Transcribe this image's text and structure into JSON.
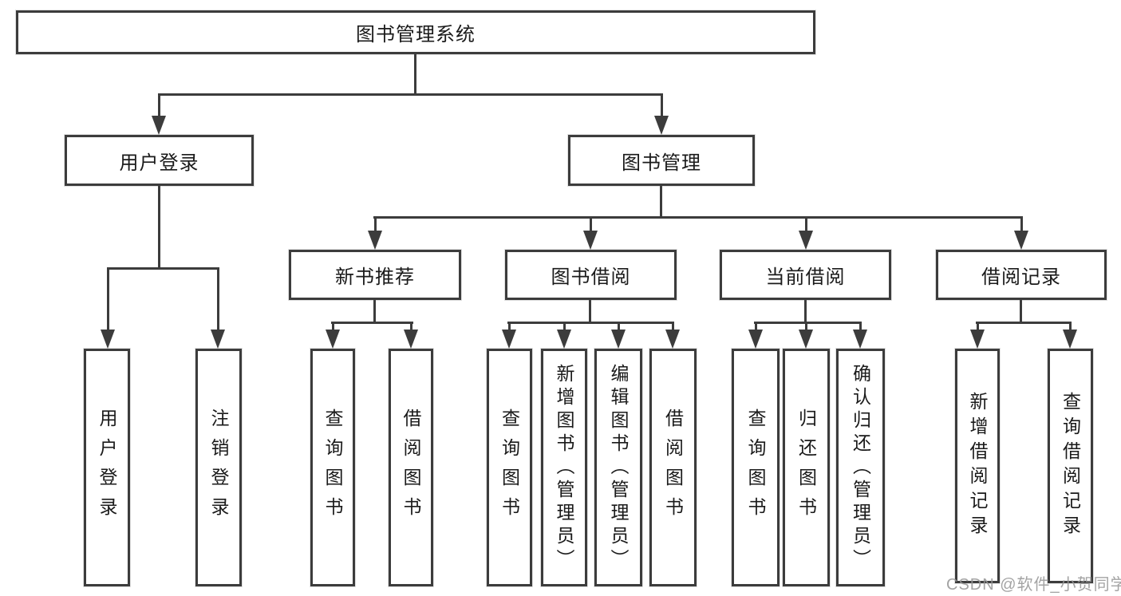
{
  "nodes": {
    "root": {
      "label": "图书管理系统"
    },
    "user_login": {
      "label": "用户登录"
    },
    "book_mgmt": {
      "label": "图书管理"
    },
    "new_book_rec": {
      "label": "新书推荐"
    },
    "book_borrow": {
      "label": "图书借阅"
    },
    "current_borrow": {
      "label": "当前借阅"
    },
    "borrow_record": {
      "label": "借阅记录"
    },
    "leaf_user_login": {
      "label": "用户登录"
    },
    "leaf_logout": {
      "label": "注销登录"
    },
    "leaf_rec_query": {
      "label": "查询图书"
    },
    "leaf_rec_borrow": {
      "label": "借阅图书"
    },
    "leaf_bor_query": {
      "label": "查询图书"
    },
    "leaf_bor_add": {
      "label": "新增图书（管理员）"
    },
    "leaf_bor_edit": {
      "label": "编辑图书（管理员）"
    },
    "leaf_bor_borrow": {
      "label": "借阅图书"
    },
    "leaf_cur_query": {
      "label": "查询图书"
    },
    "leaf_cur_return": {
      "label": "归还图书"
    },
    "leaf_cur_confirm": {
      "label": "确认归还（管理员）"
    },
    "leaf_log_add": {
      "label": "新增借阅记录"
    },
    "leaf_log_query": {
      "label": "查询借阅记录"
    }
  },
  "structure": {
    "图书管理系统": [
      "用户登录",
      "图书管理"
    ],
    "用户登录": [
      "用户登录",
      "注销登录"
    ],
    "图书管理": [
      "新书推荐",
      "图书借阅",
      "当前借阅",
      "借阅记录"
    ],
    "新书推荐": [
      "查询图书",
      "借阅图书"
    ],
    "图书借阅": [
      "查询图书",
      "新增图书（管理员）",
      "编辑图书（管理员）",
      "借阅图书"
    ],
    "当前借阅": [
      "查询图书",
      "归还图书",
      "确认归还（管理员）"
    ],
    "借阅记录": [
      "新增借阅记录",
      "查询借阅记录"
    ]
  },
  "watermark": {
    "text": "CSDN @软件_小贺同学"
  },
  "colors": {
    "line": "#3c3c3c",
    "text": "#1a1a1a",
    "background": "#ffffff",
    "watermark": "#969696"
  }
}
